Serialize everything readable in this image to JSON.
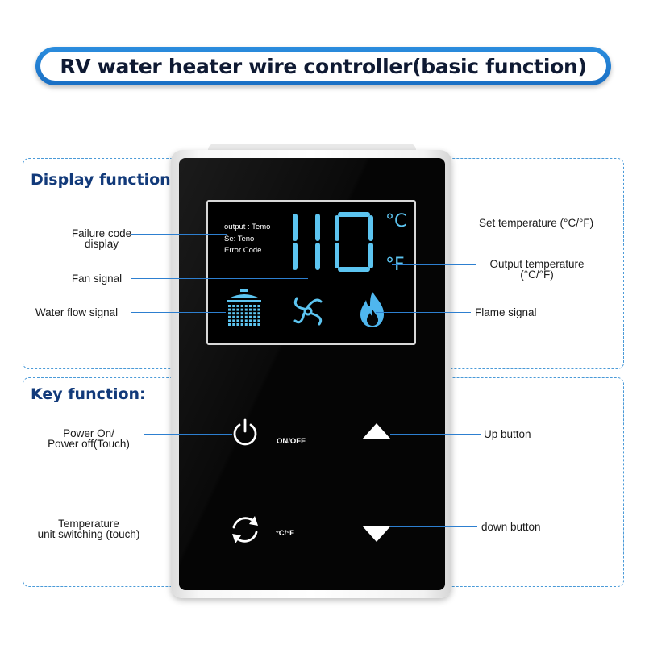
{
  "title": "RV water heater wire controller(basic function)",
  "sections": {
    "display_title": "Display function:",
    "key_title": "Key function:"
  },
  "lcd": {
    "temperature": "110",
    "line1": "output :  Temo",
    "line2": "Se: Teno",
    "line3": "Error Code",
    "celsius": "°C",
    "fahrenheit": "°F"
  },
  "display_labels": {
    "failure_code_1": "Failure code",
    "failure_code_2": "display",
    "fan_signal": "Fan signal",
    "water_flow": "Water flow signal",
    "set_temp": "Set temperature (°C/°F)",
    "output_temp_1": "Output temperature",
    "output_temp_2": "(°C/°F)",
    "flame_signal": "Flame signal"
  },
  "key_labels": {
    "power_1": "Power On/",
    "power_2": "Power off(Touch)",
    "temp_unit_1": "Temperature",
    "temp_unit_2": "unit switching (touch)",
    "up": "Up button",
    "down": "down button"
  },
  "keys": {
    "onoff": "ON/OFF",
    "unit": "°C/°F"
  },
  "colors": {
    "accent": "#1a6fc4",
    "lcd_blue": "#5cc4f0",
    "pointer": "#2d7fd0"
  }
}
